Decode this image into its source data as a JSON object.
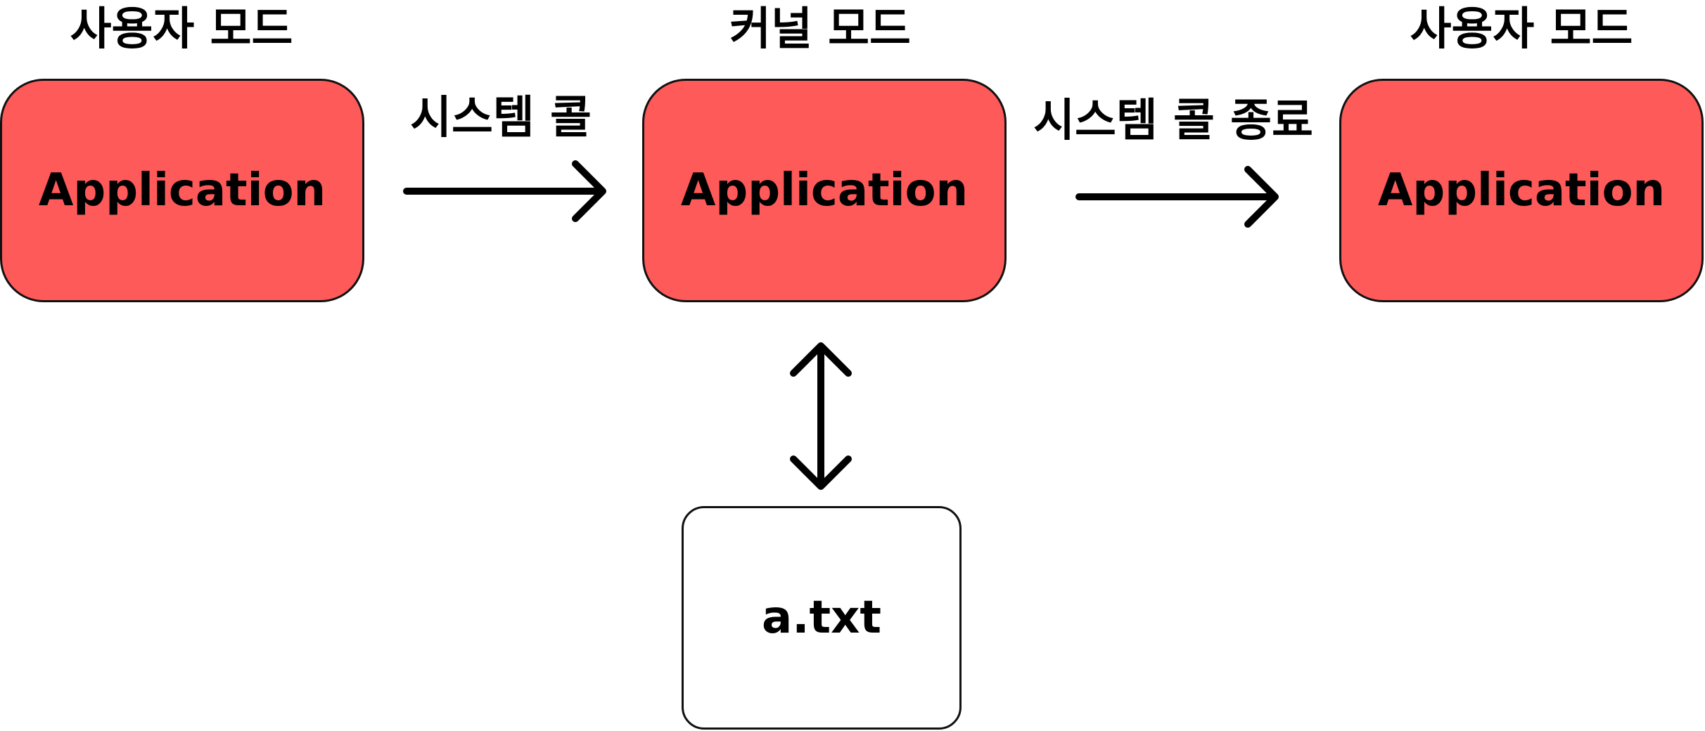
{
  "colors": {
    "app_box_fill": "#FF5A5A",
    "file_box_fill": "#FFFFFF",
    "arrow": "#000000"
  },
  "modes": {
    "left": "사용자 모드",
    "middle": "커널 모드",
    "right": "사용자 모드"
  },
  "boxes": {
    "left_app": "Application",
    "middle_app": "Application",
    "right_app": "Application",
    "file": "a.txt"
  },
  "arrows": {
    "syscall_label": "시스템 콜",
    "syscall_end_label": "시스템 콜 종료"
  }
}
